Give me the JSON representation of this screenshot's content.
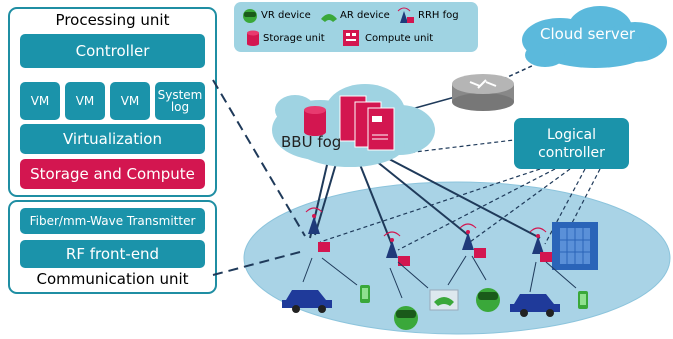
{
  "processing_unit": {
    "title": "Processing unit",
    "controller": "Controller",
    "vms": [
      "VM",
      "VM",
      "VM"
    ],
    "system_log": "System log",
    "virtualization": "Virtualization",
    "storage_compute": "Storage and Compute"
  },
  "communication_unit": {
    "title": "Communication unit",
    "transmitter": "Fiber/mm-Wave Transmitter",
    "rf_frontend": "RF front-end"
  },
  "legend": {
    "vr_device": "VR device",
    "ar_device": "AR device",
    "rrh_fog": "RRH fog",
    "storage_unit": "Storage unit",
    "compute_unit": "Compute unit"
  },
  "nodes": {
    "cloud_server": "Cloud server",
    "bbu_fog": "BBU fog",
    "logical_controller": "Logical controller"
  },
  "colors": {
    "teal": "#1b93aa",
    "crimson": "#d31650",
    "legend_bg": "#9fd3e2",
    "cloud": "#5bb9dc",
    "ellipse": "#a9d3e6"
  }
}
